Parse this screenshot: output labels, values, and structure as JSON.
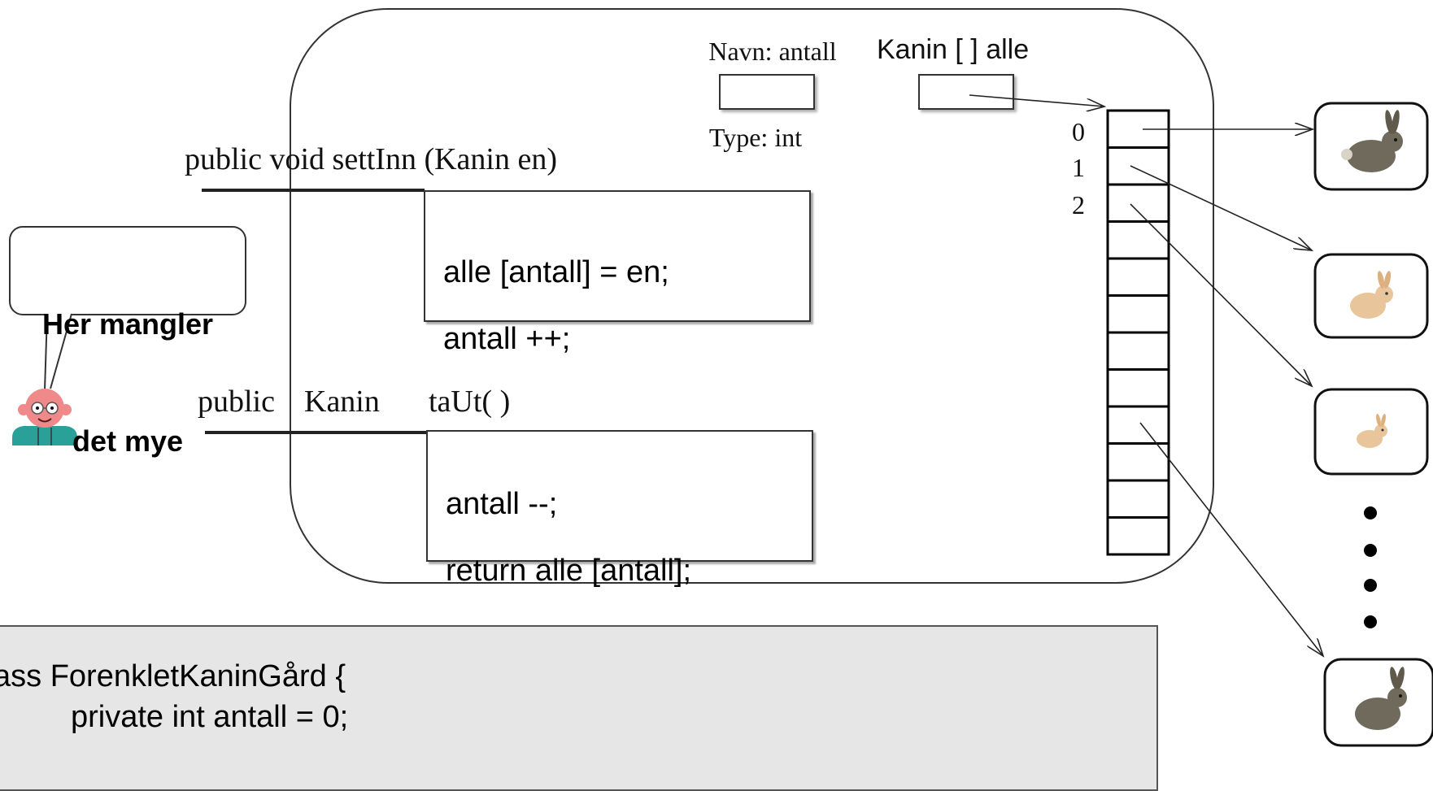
{
  "object_box": {
    "field_antall": {
      "name_label": "Navn: antall",
      "type_label": "Type: int"
    },
    "field_alle": {
      "label": "Kanin [ ] alle"
    }
  },
  "methods": {
    "settInn": {
      "signature": "public void settInn (Kanin en)",
      "body": [
        "alle [antall] = en;",
        "antall ++;"
      ]
    },
    "taUt": {
      "signature_public": "public",
      "signature_type": "Kanin",
      "signature_name": "taUt( )",
      "body": [
        "antall --;",
        "return alle [antall];"
      ]
    }
  },
  "array": {
    "indices": [
      "0",
      "1",
      "2"
    ],
    "cell_count": 12
  },
  "speech_bubble": {
    "lines": [
      "Her mangler",
      "det mye"
    ]
  },
  "class_code": {
    "lines": [
      "ass ForenkletKaninGård {",
      "private int antall = 0;"
    ]
  },
  "colors": {
    "outline": "#333333",
    "code_background": "#e6e6e6",
    "rabbit_gray": "#6f6a5c",
    "rabbit_tan": "#e8c59a",
    "teacher_face": "#f08a8a",
    "teacher_shirt": "#2aa198"
  },
  "icons": [
    "rabbit-photo-icon",
    "teacher-avatar-icon"
  ]
}
